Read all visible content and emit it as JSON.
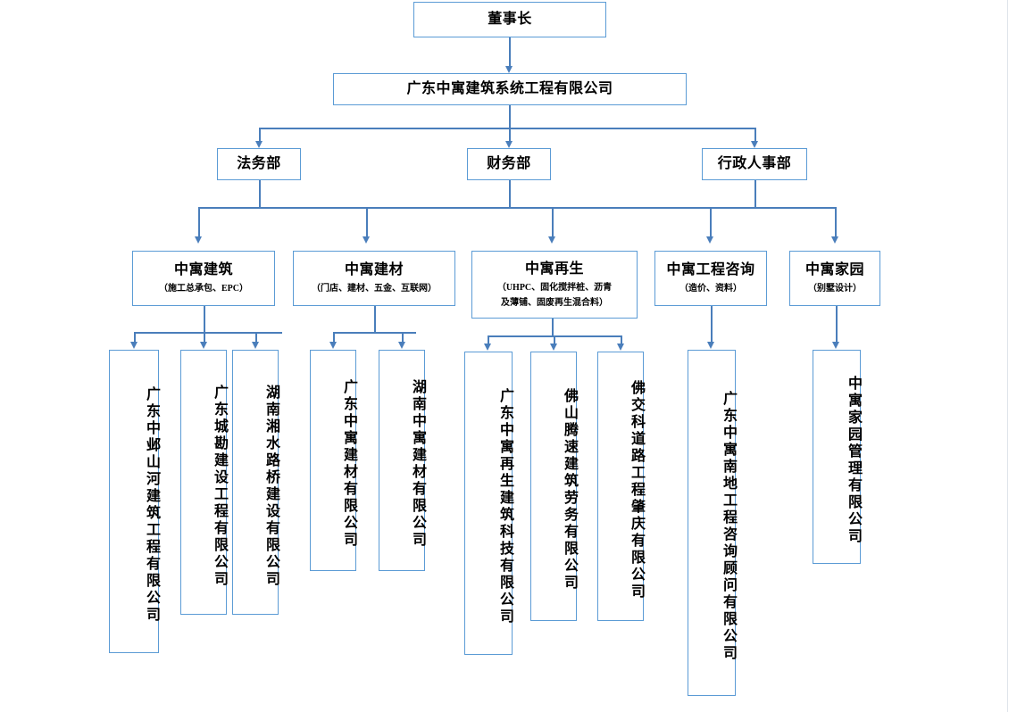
{
  "document": {
    "type": "organization-chart",
    "language": "zh-CN",
    "accent_color": "#5B9BD5",
    "connector_color": "#4a7ebb",
    "background": "#ffffff"
  },
  "nodes": {
    "chairman": {
      "title": "董事长"
    },
    "company": {
      "title": "广东中寓建筑系统工程有限公司"
    },
    "departments": [
      {
        "title": "法务部"
      },
      {
        "title": "财务部"
      },
      {
        "title": "行政人事部"
      }
    ],
    "divisions": [
      {
        "title": "中寓建筑",
        "subtitle": "（施工总承包、EPC）"
      },
      {
        "title": "中寓建材",
        "subtitle": "（门店、建材、五金、互联网）"
      },
      {
        "title": "中寓再生",
        "subtitle_line1": "（UHPC、固化搅拌桩、沥青",
        "subtitle_line2": "及薄铺、固废再生混合料）"
      },
      {
        "title": "中寓工程咨询",
        "subtitle": "（造价、资料）"
      },
      {
        "title": "中寓家园",
        "subtitle": "（别墅设计）"
      }
    ],
    "subsidiaries": [
      {
        "name": "广东中邺山河建筑工程有限公司",
        "parent": "中寓建筑"
      },
      {
        "name": "广东城勘建设工程有限公司",
        "parent": "中寓建筑"
      },
      {
        "name": "湖南湘水路桥建设有限公司",
        "parent": "中寓建筑"
      },
      {
        "name": "广东中寓建材有限公司",
        "parent": "中寓建材"
      },
      {
        "name": "湖南中寓建材有限公司",
        "parent": "中寓建材"
      },
      {
        "name": "广东中寓再生建筑科技有限公司",
        "parent": "中寓再生"
      },
      {
        "name": "佛山腾速建筑劳务有限公司",
        "parent": "中寓再生"
      },
      {
        "name": "佛交科道路工程肇庆有限公司",
        "parent": "中寓再生"
      },
      {
        "name": "广东中寓南地工程咨询顾问有限公司",
        "parent": "中寓工程咨询"
      },
      {
        "name": "中寓家园管理有限公司",
        "parent": "中寓家园"
      }
    ]
  }
}
